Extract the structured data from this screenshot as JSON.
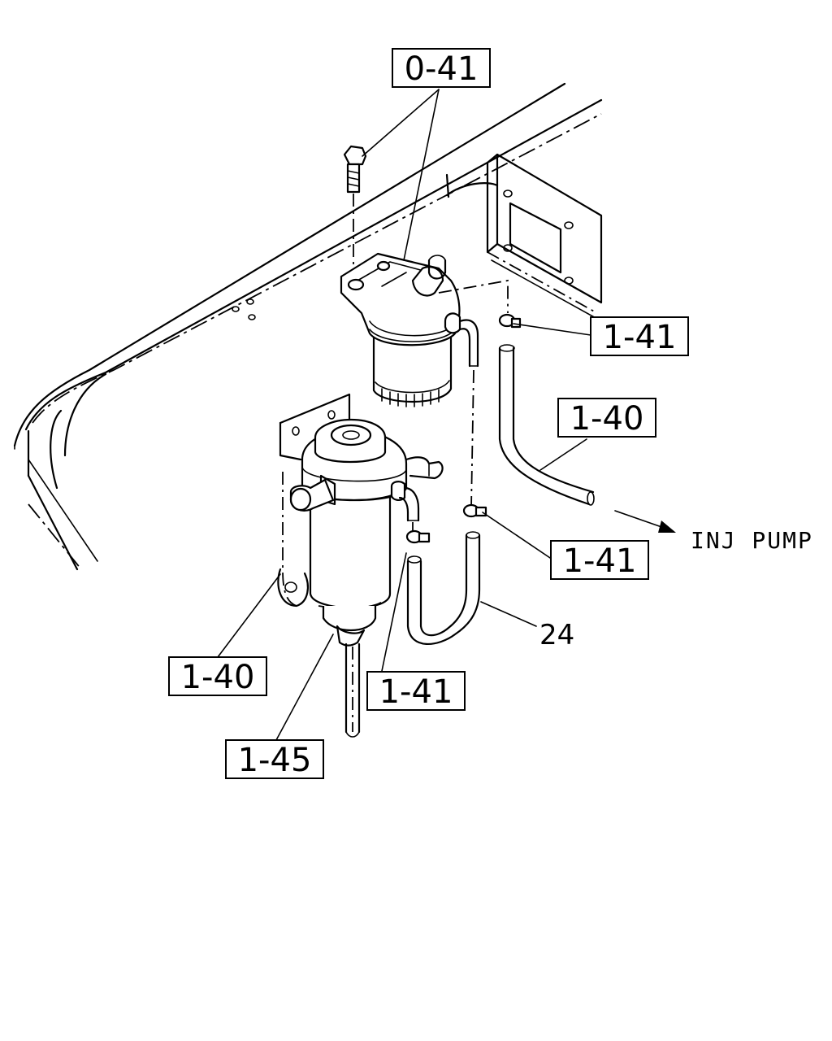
{
  "callouts": [
    {
      "id": "c1",
      "text": "0-41"
    },
    {
      "id": "c2",
      "text": "1-41"
    },
    {
      "id": "c3",
      "text": "1-40"
    },
    {
      "id": "c4",
      "text": "1-41"
    },
    {
      "id": "c5",
      "text": "1-40"
    },
    {
      "id": "c6",
      "text": "1-41"
    },
    {
      "id": "c7",
      "text": "1-45"
    }
  ],
  "plain_label": "24",
  "destination_label": "INJ PUMP"
}
